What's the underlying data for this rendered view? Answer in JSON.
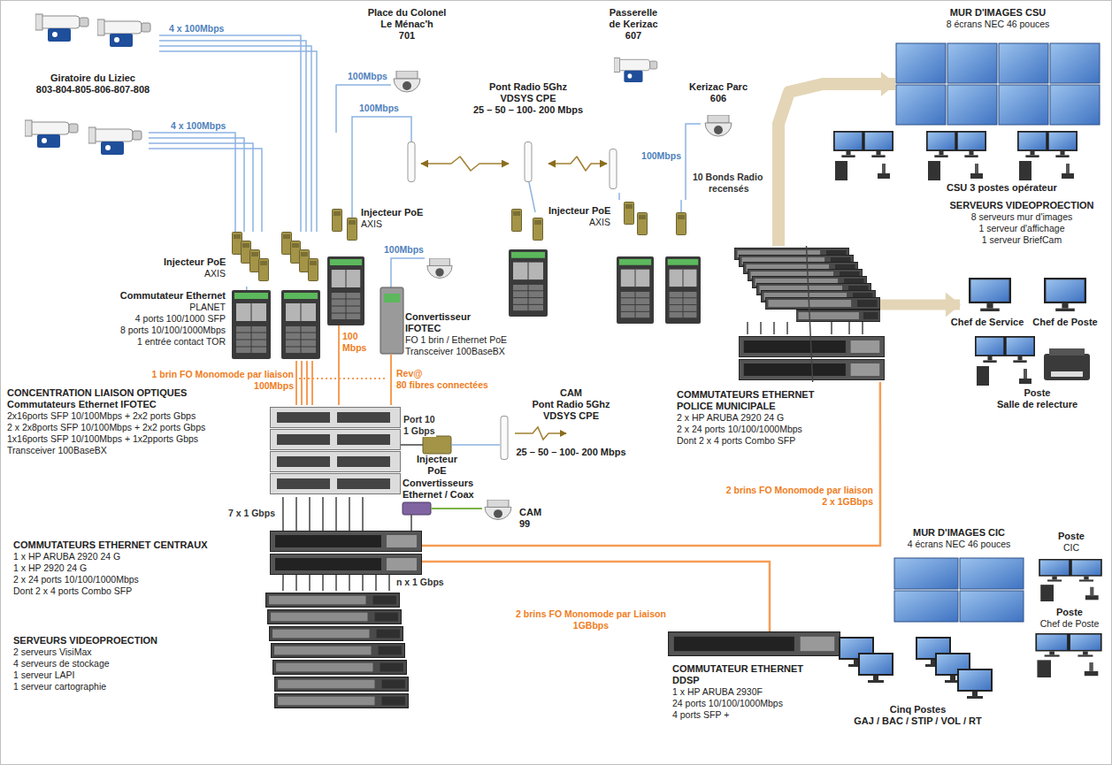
{
  "diagram": {
    "nodes": [
      {
        "text": [
          "Giratoire du Liziec",
          "803-804-805-806-807-808"
        ]
      },
      {
        "text": [
          "Injecteur PoE",
          "AXIS"
        ]
      },
      {
        "text": [
          "Commutateur Ethernet",
          "PLANET",
          "4 ports 100/1000 SFP",
          "8 ports 10/100/1000Mbps",
          "1 entrée contact TOR"
        ]
      },
      {
        "text": [
          "Place du Colonel",
          "Le Ménac'h",
          "701"
        ]
      },
      {
        "text": [
          "Injecteur PoE",
          "AXIS"
        ]
      },
      {
        "text": [
          "Pont Radio 5Ghz",
          "VDSYS CPE",
          "25 – 50 – 100- 200 Mbps"
        ]
      },
      {
        "text": [
          "Passerelle",
          "de Kerizac",
          "607"
        ]
      },
      {
        "text": [
          "Injecteur PoE",
          "AXIS"
        ]
      },
      {
        "text": [
          "Kerizac Parc",
          "606"
        ]
      },
      {
        "text": [
          "Convertisseur",
          "IFOTEC",
          "FO 1 brin / Ethernet PoE",
          "Transceiver 100BaseBX"
        ]
      },
      {
        "text": [
          "CONCENTRATION LIAISON OPTIQUES",
          "Commutateurs Ethernet IFOTEC",
          "2x16ports SFP 10/100Mbps + 2x2 ports Gbps",
          "2 x 2x8ports SFP 10/100Mbps + 2x2 ports Gbps",
          "1x16ports SFP 10/100Mbps + 1x2pports Gbps",
          "Transceiver 100BaseBX"
        ]
      },
      {
        "text": [
          "CAM",
          "Pont Radio 5Ghz",
          "VDSYS CPE",
          "25 – 50 – 100- 200 Mbps"
        ]
      },
      {
        "text": [
          "Injecteur",
          "PoE"
        ]
      },
      {
        "text": [
          "Convertisseurs",
          "Ethernet / Coax"
        ]
      },
      {
        "text": [
          "CAM",
          "99"
        ]
      },
      {
        "text": [
          "COMMUTATEURS ETHERNET CENTRAUX",
          "1 x HP ARUBA 2920 24 G",
          "1 x HP 2920 24 G",
          "2 x 24 ports 10/100/1000Mbps",
          "Dont 2 x 4 ports Combo SFP"
        ]
      },
      {
        "text": [
          "SERVEURS VIDEOPROECTION",
          "2 serveurs VisiMax",
          "4 serveurs de stockage",
          "1 serveur LAPI",
          "1 serveur cartographie"
        ]
      },
      {
        "text": [
          "MUR D'IMAGES CSU",
          "8 écrans NEC 46 pouces"
        ]
      },
      {
        "text": [
          "CSU 3 postes opérateur"
        ]
      },
      {
        "text": [
          "SERVEURS VIDEOPROECTION",
          "8 serveurs mur d'images",
          "1 serveur d'affichage",
          "1 serveur BriefCam"
        ]
      },
      {
        "text": [
          "Chef de Service"
        ]
      },
      {
        "text": [
          "Chef de Poste"
        ]
      },
      {
        "text": [
          "Poste",
          "Salle de relecture"
        ]
      },
      {
        "text": [
          "COMMUTATEURS ETHERNET",
          "POLICE MUNICIPALE",
          "2 x HP ARUBA 2920 24 G",
          "2 x 24 ports 10/100/1000Mbps",
          "Dont 2 x 4 ports Combo SFP"
        ]
      },
      {
        "text": [
          "MUR D'IMAGES CIC",
          "4 écrans NEC 46 pouces"
        ]
      },
      {
        "text": [
          "Poste",
          "CIC"
        ]
      },
      {
        "text": [
          "Poste",
          "Chef de Poste"
        ]
      },
      {
        "text": [
          "Cinq Postes",
          "GAJ / BAC / STIP / VOL / RT"
        ]
      },
      {
        "text": [
          "COMMUTATEUR ETHERNET",
          "DDSP",
          "1 x HP ARUBA 2930F",
          "24 ports 10/100/1000Mbps",
          "4 ports SFP +"
        ]
      }
    ],
    "edges": [
      {
        "from": 0,
        "to": 1,
        "arrow": "none",
        "label": "4 x 100Mbps"
      },
      {
        "from": 1,
        "to": 2,
        "arrow": "none"
      },
      {
        "from": 4,
        "to": 3,
        "arrow": "none",
        "label": "100Mbps"
      },
      {
        "from": 4,
        "to": 5,
        "arrow": "both"
      },
      {
        "from": 5,
        "to": 6,
        "arrow": "both"
      },
      {
        "from": 6,
        "to": 7,
        "arrow": "none"
      },
      {
        "from": 8,
        "to": 7,
        "arrow": "none",
        "label": "100Mbps"
      },
      {
        "from": 2,
        "to": 10,
        "arrow": "none",
        "label": "1 brin FO Monomode par liaison"
      },
      {
        "from": 9,
        "to": 10,
        "arrow": "none",
        "label": "Rev@"
      },
      {
        "from": 10,
        "to": 12,
        "arrow": "none",
        "label": "Port 10"
      },
      {
        "from": 12,
        "to": 11,
        "arrow": "none"
      },
      {
        "from": 10,
        "to": 15,
        "arrow": "none",
        "label": "7 x 1 Gbps"
      },
      {
        "from": 15,
        "to": 13,
        "arrow": "none"
      },
      {
        "from": 13,
        "to": 14,
        "arrow": "none"
      },
      {
        "from": 15,
        "to": 16,
        "arrow": "none",
        "label": "n x 1 Gbps"
      },
      {
        "from": 15,
        "to": 23,
        "arrow": "none",
        "label": "2 brins FO Monomode par liaison"
      },
      {
        "from": 15,
        "to": 28,
        "arrow": "none",
        "label": "2 brins FO Monomode par Liaison"
      },
      {
        "from": 19,
        "to": 17,
        "arrow": "to"
      },
      {
        "from": 19,
        "to": 20,
        "arrow": "to"
      },
      {
        "from": 23,
        "to": 19,
        "arrow": "none"
      }
    ],
    "labels": [
      "4 x 100Mbps",
      "100Mbps",
      "100Mbps",
      "100",
      "Mbps",
      "10 Bonds Radio",
      "recensés",
      "100Mbps",
      "80 fibres connectées",
      "1 Gbps",
      "2 x 1GBbps",
      "1GBbps"
    ]
  }
}
